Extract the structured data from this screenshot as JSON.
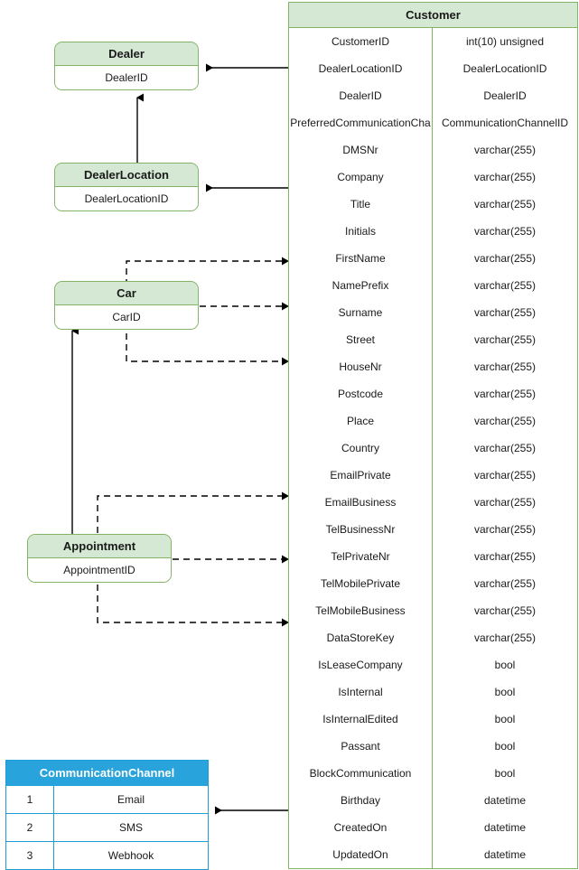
{
  "diagram": {
    "kind": "entity-relationship-diagram",
    "colors": {
      "entity_fill": "#d5e8d4",
      "entity_border": "#82b366",
      "table_header_blue": "#29a3db",
      "table_border_blue": "#1f9bd6",
      "edge": "#000000",
      "background": "#ffffff",
      "text": "#1a1a1a",
      "header_text_on_blue": "#ffffff"
    }
  },
  "entities": [
    {
      "title": "Dealer",
      "rows": [
        "DealerID"
      ]
    },
    {
      "title": "DealerLocation",
      "rows": [
        "DealerLocationID"
      ]
    },
    {
      "title": "Car",
      "rows": [
        "CarID"
      ]
    },
    {
      "title": "Appointment",
      "rows": [
        "AppointmentID"
      ]
    }
  ],
  "customer_table": {
    "title": "Customer",
    "columns": [
      "field",
      "type"
    ],
    "rows": [
      {
        "field": "CustomerID",
        "type": "int(10) unsigned"
      },
      {
        "field": "DealerLocationID",
        "type": "DealerLocationID"
      },
      {
        "field": "DealerID",
        "type": "DealerID"
      },
      {
        "field": "PreferredCommunicationCha",
        "type": "CommunicationChannelID"
      },
      {
        "field": "DMSNr",
        "type": "varchar(255)"
      },
      {
        "field": "Company",
        "type": "varchar(255)"
      },
      {
        "field": "Title",
        "type": "varchar(255)"
      },
      {
        "field": "Initials",
        "type": "varchar(255)"
      },
      {
        "field": "FirstName",
        "type": "varchar(255)"
      },
      {
        "field": "NamePrefix",
        "type": "varchar(255)"
      },
      {
        "field": "Surname",
        "type": "varchar(255)"
      },
      {
        "field": "Street",
        "type": "varchar(255)"
      },
      {
        "field": "HouseNr",
        "type": "varchar(255)"
      },
      {
        "field": "Postcode",
        "type": "varchar(255)"
      },
      {
        "field": "Place",
        "type": "varchar(255)"
      },
      {
        "field": "Country",
        "type": "varchar(255)"
      },
      {
        "field": "EmailPrivate",
        "type": "varchar(255)"
      },
      {
        "field": "EmailBusiness",
        "type": "varchar(255)"
      },
      {
        "field": "TelBusinessNr",
        "type": "varchar(255)"
      },
      {
        "field": "TelPrivateNr",
        "type": "varchar(255)"
      },
      {
        "field": "TelMobilePrivate",
        "type": "varchar(255)"
      },
      {
        "field": "TelMobileBusiness",
        "type": "varchar(255)"
      },
      {
        "field": "DataStoreKey",
        "type": "varchar(255)"
      },
      {
        "field": "IsLeaseCompany",
        "type": "bool"
      },
      {
        "field": "IsInternal",
        "type": "bool"
      },
      {
        "field": "IsInternalEdited",
        "type": "bool"
      },
      {
        "field": "Passant",
        "type": "bool"
      },
      {
        "field": "BlockCommunication",
        "type": "bool"
      },
      {
        "field": "Birthday",
        "type": "datetime"
      },
      {
        "field": "CreatedOn",
        "type": "datetime"
      },
      {
        "field": "UpdatedOn",
        "type": "datetime"
      }
    ]
  },
  "communication_channel_table": {
    "title": "CommunicationChannel",
    "rows": [
      {
        "id": "1",
        "label": "Email"
      },
      {
        "id": "2",
        "label": "SMS"
      },
      {
        "id": "3",
        "label": "Webhook"
      }
    ]
  }
}
